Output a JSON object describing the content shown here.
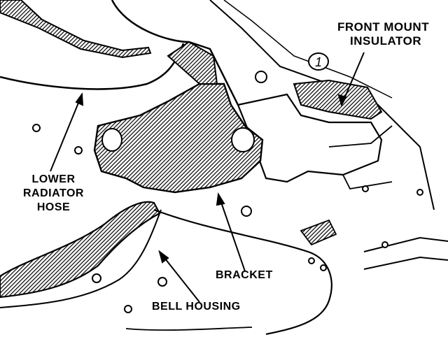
{
  "labels": {
    "front_mount_insulator": [
      "FRONT MOUNT",
      "INSULATOR"
    ],
    "lower_radiator_hose": [
      "LOWER",
      "RADIATOR",
      "HOSE"
    ],
    "bracket": "BRACKET",
    "bell_housing": "BELL HOUSING"
  },
  "callout_number": "1",
  "colors": {
    "ink": "#000000",
    "paper": "#ffffff"
  }
}
